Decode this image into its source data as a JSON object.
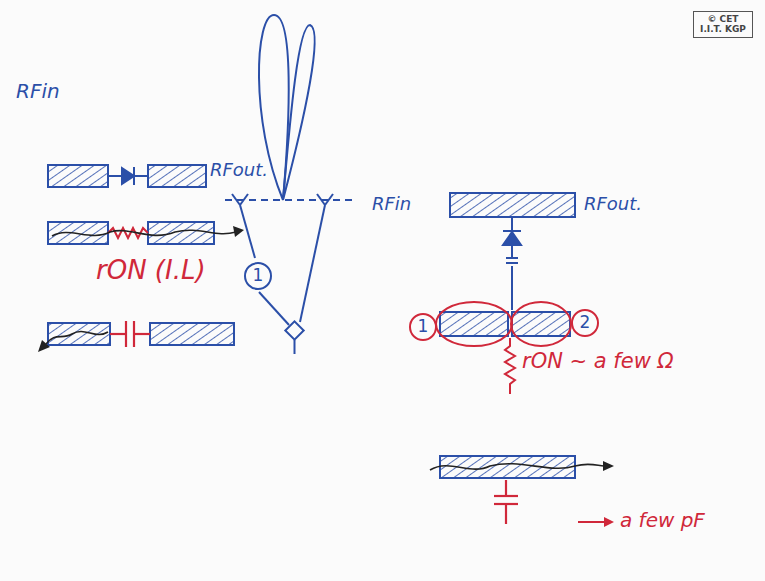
{
  "diagram": {
    "nodes": [
      {
        "text": [
          "© CET I.I.T. KGP"
        ]
      },
      {
        "text": [
          "1"
        ]
      },
      {
        "text": [
          "1"
        ]
      },
      {
        "text": [
          "2"
        ]
      }
    ],
    "labels": [
      "RFin",
      "RFout.",
      "rON (I.L)",
      "RFin",
      "RFout.",
      "rON ~ a few Ω",
      "a few pF"
    ]
  }
}
